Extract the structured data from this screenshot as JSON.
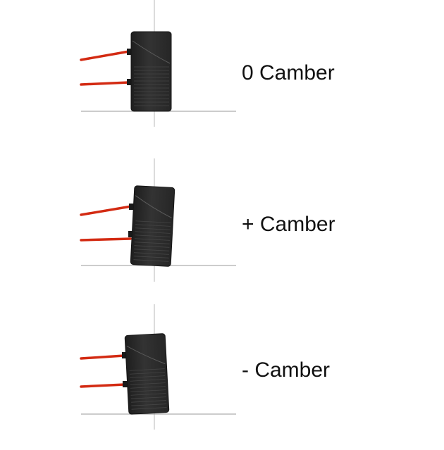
{
  "panels": [
    {
      "label": "0 Camber",
      "camber": "zero"
    },
    {
      "label": "+ Camber",
      "camber": "positive"
    },
    {
      "label": "- Camber",
      "camber": "negative"
    }
  ],
  "colors": {
    "arm": "#d32a12",
    "tire": "#2b2b2b",
    "tire_edge": "#161616",
    "groove": "#454545",
    "axis": "#b8b8b8",
    "ground": "#9a9a9a",
    "label": "#111111"
  }
}
